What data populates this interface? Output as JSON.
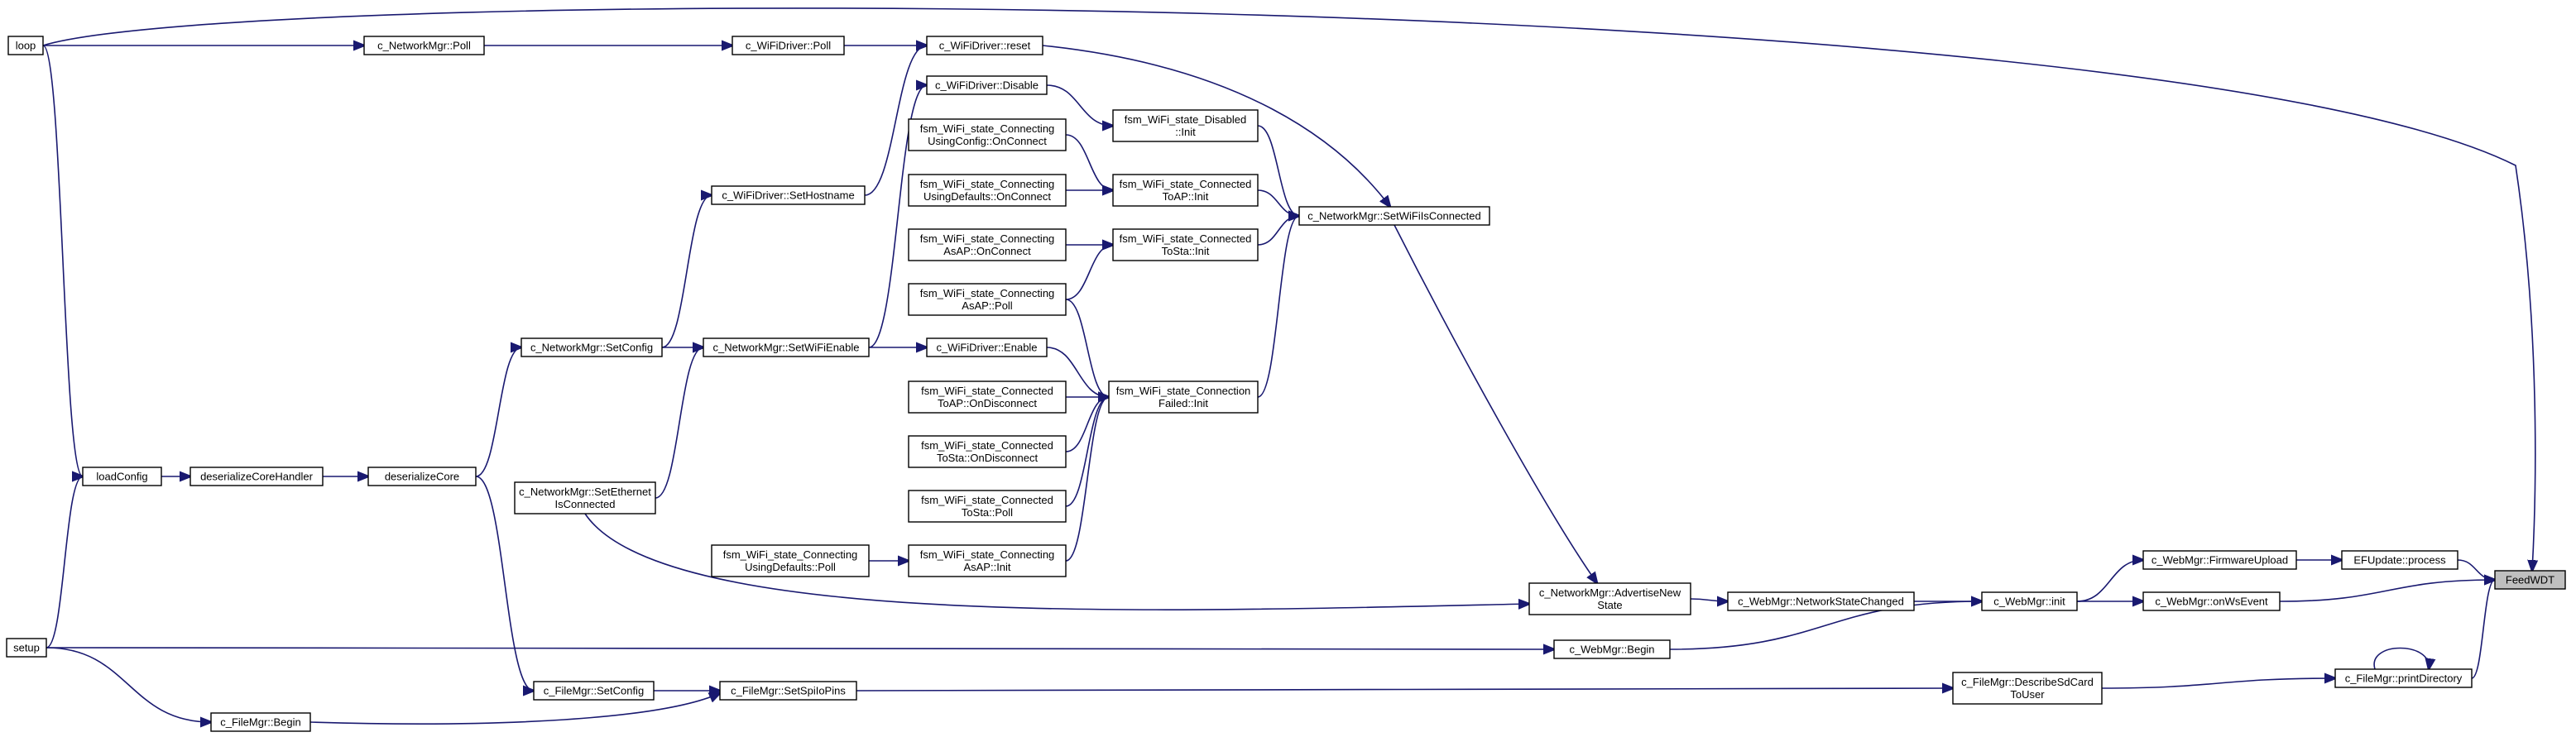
{
  "title": "FeedWDT caller graph",
  "colors": {
    "edge": "#191970",
    "node_border": "#000000",
    "root_fill": "#bfbfbf",
    "background": "#ffffff"
  },
  "nodes": [
    {
      "id": "feedwdt",
      "lines": [
        "FeedWDT"
      ],
      "root": true
    },
    {
      "id": "loop",
      "lines": [
        "loop"
      ]
    },
    {
      "id": "setup",
      "lines": [
        "setup"
      ]
    },
    {
      "id": "loadconfig",
      "lines": [
        "loadConfig"
      ]
    },
    {
      "id": "deserializecorehandler",
      "lines": [
        "deserializeCoreHandler"
      ]
    },
    {
      "id": "deserializecore",
      "lines": [
        "deserializeCore"
      ]
    },
    {
      "id": "nm_poll",
      "lines": [
        "c_NetworkMgr::Poll"
      ]
    },
    {
      "id": "wd_poll",
      "lines": [
        "c_WiFiDriver::Poll"
      ]
    },
    {
      "id": "wd_reset",
      "lines": [
        "c_WiFiDriver::reset"
      ]
    },
    {
      "id": "wd_disable",
      "lines": [
        "c_WiFiDriver::Disable"
      ]
    },
    {
      "id": "wd_sethostname",
      "lines": [
        "c_WiFiDriver::SetHostname"
      ]
    },
    {
      "id": "wd_enable",
      "lines": [
        "c_WiFiDriver::Enable"
      ]
    },
    {
      "id": "nm_setconfig",
      "lines": [
        "c_NetworkMgr::SetConfig"
      ]
    },
    {
      "id": "nm_setwifienable",
      "lines": [
        "c_NetworkMgr::SetWiFiEnable"
      ]
    },
    {
      "id": "nm_setethconn",
      "lines": [
        "c_NetworkMgr::SetEthernet",
        "IsConnected"
      ]
    },
    {
      "id": "nm_setwifiisconn",
      "lines": [
        "c_NetworkMgr::SetWiFiIsConnected"
      ]
    },
    {
      "id": "nm_advertise",
      "lines": [
        "c_NetworkMgr::AdvertiseNew",
        "State"
      ]
    },
    {
      "id": "fsm_conn_usingcfg_onconnect",
      "lines": [
        "fsm_WiFi_state_Connecting",
        "UsingConfig::OnConnect"
      ]
    },
    {
      "id": "fsm_conn_usingdef_onconnect",
      "lines": [
        "fsm_WiFi_state_Connecting",
        "UsingDefaults::OnConnect"
      ]
    },
    {
      "id": "fsm_conn_asap_onconnect",
      "lines": [
        "fsm_WiFi_state_Connecting",
        "AsAP::OnConnect"
      ]
    },
    {
      "id": "fsm_conn_asap_poll",
      "lines": [
        "fsm_WiFi_state_Connecting",
        "AsAP::Poll"
      ]
    },
    {
      "id": "fsm_connd_toap_ondisc",
      "lines": [
        "fsm_WiFi_state_Connected",
        "ToAP::OnDisconnect"
      ]
    },
    {
      "id": "fsm_connd_tosta_ondisc",
      "lines": [
        "fsm_WiFi_state_Connected",
        "ToSta::OnDisconnect"
      ]
    },
    {
      "id": "fsm_connd_tosta_poll",
      "lines": [
        "fsm_WiFi_state_Connected",
        "ToSta::Poll"
      ]
    },
    {
      "id": "fsm_conn_usingdef_poll",
      "lines": [
        "fsm_WiFi_state_Connecting",
        "UsingDefaults::Poll"
      ]
    },
    {
      "id": "fsm_conn_asap_init",
      "lines": [
        "fsm_WiFi_state_Connecting",
        "AsAP::Init"
      ]
    },
    {
      "id": "fsm_disabled_init",
      "lines": [
        "fsm_WiFi_state_Disabled",
        "::Init"
      ]
    },
    {
      "id": "fsm_connd_toap_init",
      "lines": [
        "fsm_WiFi_state_Connected",
        "ToAP::Init"
      ]
    },
    {
      "id": "fsm_connd_tosta_init",
      "lines": [
        "fsm_WiFi_state_Connected",
        "ToSta::Init"
      ]
    },
    {
      "id": "fsm_connfailed_init",
      "lines": [
        "fsm_WiFi_state_Connection",
        "Failed::Init"
      ]
    },
    {
      "id": "fm_setconfig",
      "lines": [
        "c_FileMgr::SetConfig"
      ]
    },
    {
      "id": "fm_begin",
      "lines": [
        "c_FileMgr::Begin"
      ]
    },
    {
      "id": "fm_setspiiopins",
      "lines": [
        "c_FileMgr::SetSpiIoPins"
      ]
    },
    {
      "id": "fm_describesd",
      "lines": [
        "c_FileMgr::DescribeSdCard",
        "ToUser"
      ]
    },
    {
      "id": "fm_printdir",
      "lines": [
        "c_FileMgr::printDirectory"
      ]
    },
    {
      "id": "wm_networkstate",
      "lines": [
        "c_WebMgr::NetworkStateChanged"
      ]
    },
    {
      "id": "wm_init",
      "lines": [
        "c_WebMgr::init"
      ]
    },
    {
      "id": "wm_begin",
      "lines": [
        "c_WebMgr::Begin"
      ]
    },
    {
      "id": "wm_fwupload",
      "lines": [
        "c_WebMgr::FirmwareUpload"
      ]
    },
    {
      "id": "wm_onwsevent",
      "lines": [
        "c_WebMgr::onWsEvent"
      ]
    },
    {
      "id": "efupdate_process",
      "lines": [
        "EFUpdate::process"
      ]
    }
  ],
  "edges": [
    [
      "loop",
      "nm_poll"
    ],
    [
      "nm_poll",
      "wd_poll"
    ],
    [
      "wd_poll",
      "wd_reset"
    ],
    [
      "wd_reset",
      "nm_setwifiisconn"
    ],
    [
      "loop",
      "feedwdt"
    ],
    [
      "loop",
      "loadconfig"
    ],
    [
      "setup",
      "loadconfig"
    ],
    [
      "setup",
      "wm_begin"
    ],
    [
      "setup",
      "fm_begin"
    ],
    [
      "loadconfig",
      "deserializecorehandler"
    ],
    [
      "deserializecorehandler",
      "deserializecore"
    ],
    [
      "deserializecore",
      "nm_setconfig"
    ],
    [
      "deserializecore",
      "fm_setconfig"
    ],
    [
      "nm_setconfig",
      "wd_sethostname"
    ],
    [
      "nm_setconfig",
      "nm_setwifienable"
    ],
    [
      "wd_sethostname",
      "wd_reset"
    ],
    [
      "nm_setwifienable",
      "wd_disable"
    ],
    [
      "nm_setwifienable",
      "wd_enable"
    ],
    [
      "nm_setethconn",
      "nm_setwifienable"
    ],
    [
      "wd_disable",
      "fsm_disabled_init"
    ],
    [
      "wd_enable",
      "fsm_connfailed_init"
    ],
    [
      "fsm_conn_usingcfg_onconnect",
      "fsm_connd_toap_init"
    ],
    [
      "fsm_conn_usingdef_onconnect",
      "fsm_connd_toap_init"
    ],
    [
      "fsm_conn_asap_onconnect",
      "fsm_connd_tosta_init"
    ],
    [
      "fsm_conn_asap_poll",
      "fsm_connd_tosta_init"
    ],
    [
      "fsm_conn_asap_poll",
      "fsm_connfailed_init"
    ],
    [
      "fsm_connd_toap_ondisc",
      "fsm_connfailed_init"
    ],
    [
      "fsm_connd_tosta_ondisc",
      "fsm_connfailed_init"
    ],
    [
      "fsm_connd_tosta_poll",
      "fsm_connfailed_init"
    ],
    [
      "fsm_conn_usingdef_poll",
      "fsm_conn_asap_init"
    ],
    [
      "fsm_conn_asap_init",
      "fsm_connfailed_init"
    ],
    [
      "fsm_disabled_init",
      "nm_setwifiisconn"
    ],
    [
      "fsm_connd_toap_init",
      "nm_setwifiisconn"
    ],
    [
      "fsm_connd_tosta_init",
      "nm_setwifiisconn"
    ],
    [
      "fsm_connfailed_init",
      "nm_setwifiisconn"
    ],
    [
      "nm_setwifiisconn",
      "nm_advertise"
    ],
    [
      "nm_setethconn",
      "nm_advertise"
    ],
    [
      "nm_advertise",
      "wm_networkstate"
    ],
    [
      "wm_networkstate",
      "wm_init"
    ],
    [
      "wm_begin",
      "wm_init"
    ],
    [
      "wm_init",
      "wm_fwupload"
    ],
    [
      "wm_init",
      "wm_onwsevent"
    ],
    [
      "wm_fwupload",
      "efupdate_process"
    ],
    [
      "efupdate_process",
      "feedwdt"
    ],
    [
      "wm_onwsevent",
      "feedwdt"
    ],
    [
      "fm_setconfig",
      "fm_setspiiopins"
    ],
    [
      "fm_begin",
      "fm_setspiiopins"
    ],
    [
      "fm_setspiiopins",
      "fm_describesd"
    ],
    [
      "fm_describesd",
      "fm_printdir"
    ],
    [
      "fm_printdir",
      "fm_printdir"
    ],
    [
      "fm_printdir",
      "feedwdt"
    ]
  ]
}
